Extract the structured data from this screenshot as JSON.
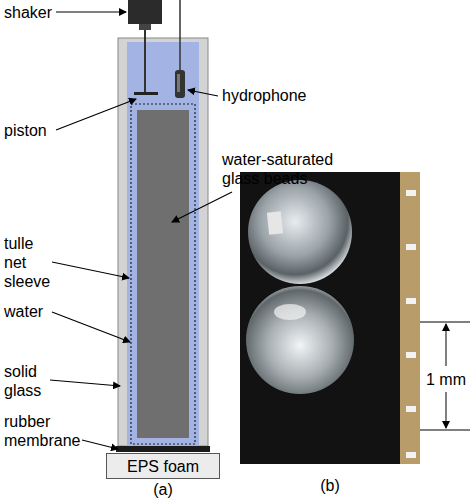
{
  "diagram": {
    "nodes": [
      {
        "text": [
          "EPS foam"
        ]
      }
    ],
    "labels": [
      "shaker",
      "hydrophone",
      "piston",
      "tulle net sleeve",
      "water-saturated glass beads",
      "water",
      "solid glass",
      "rubber membrane",
      "1 mm",
      "(a)",
      "(b)"
    ]
  }
}
